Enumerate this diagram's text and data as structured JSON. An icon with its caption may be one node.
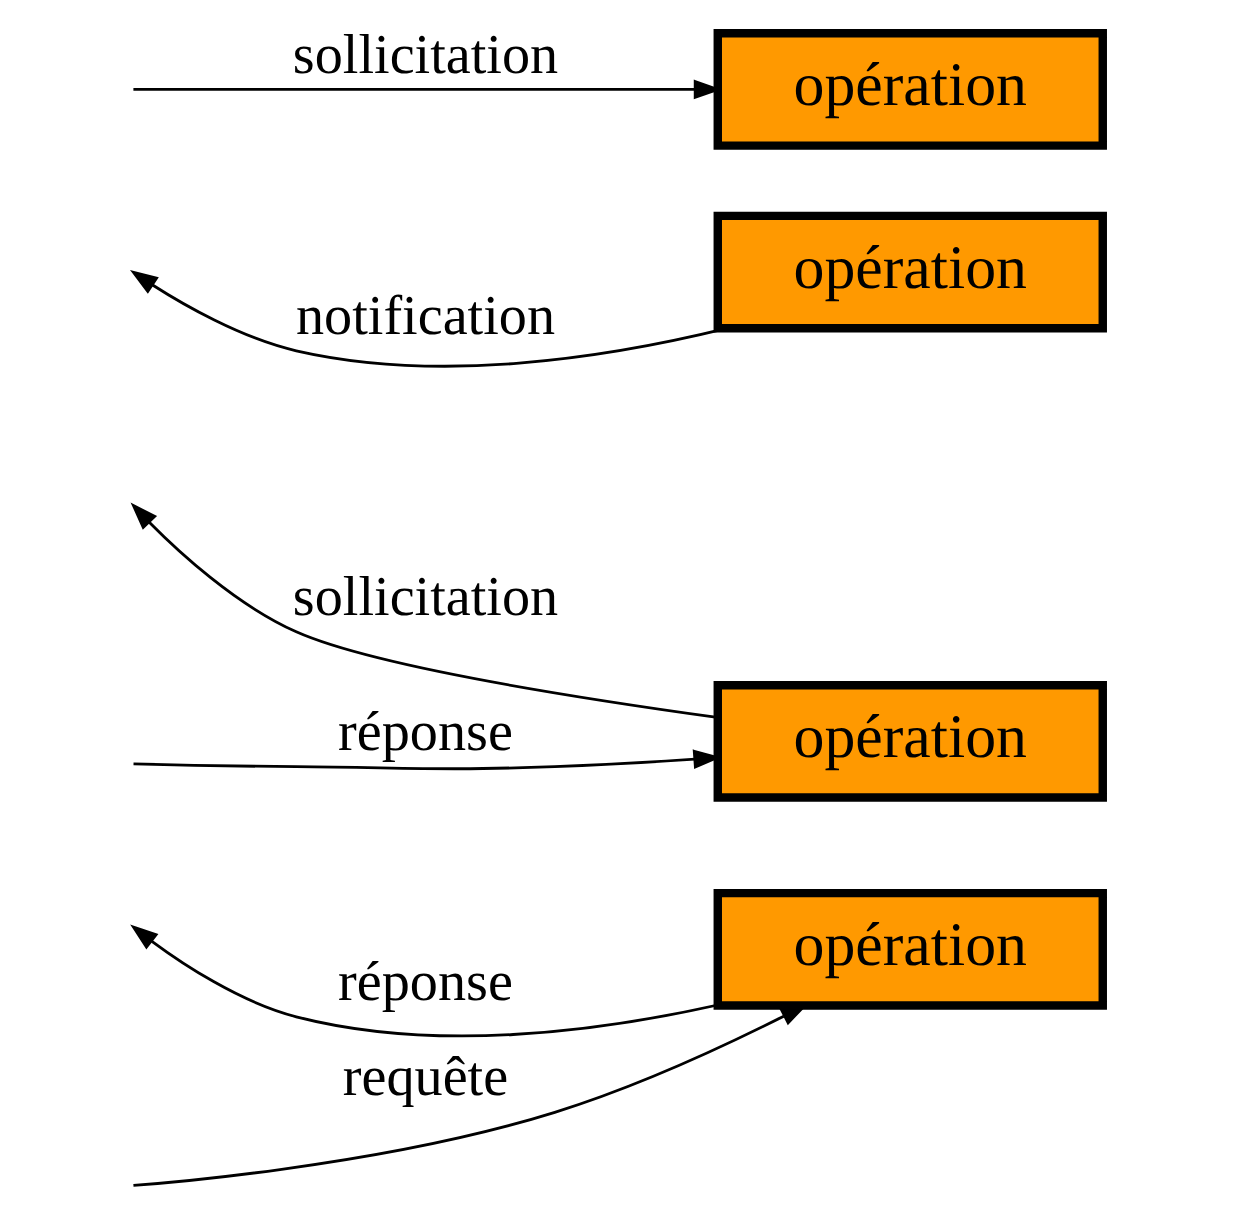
{
  "diagram": {
    "nodes": [
      {
        "text": [
          "opération"
        ]
      },
      {
        "text": [
          "opération"
        ]
      },
      {
        "text": [
          "opération"
        ]
      },
      {
        "text": [
          "opération"
        ]
      }
    ],
    "edges": [
      {
        "from": null,
        "to": 0,
        "arrow": "to",
        "label": "requête"
      },
      {
        "from": 0,
        "to": null,
        "arrow": "to",
        "label": "réponse"
      },
      {
        "from": 1,
        "to": null,
        "arrow": "to",
        "label": "sollicitation"
      },
      {
        "from": null,
        "to": 1,
        "arrow": "to",
        "label": "réponse"
      },
      {
        "from": 2,
        "to": null,
        "arrow": "to",
        "label": "notification"
      },
      {
        "from": null,
        "to": 3,
        "arrow": "to",
        "label": "sollicitation"
      }
    ]
  }
}
